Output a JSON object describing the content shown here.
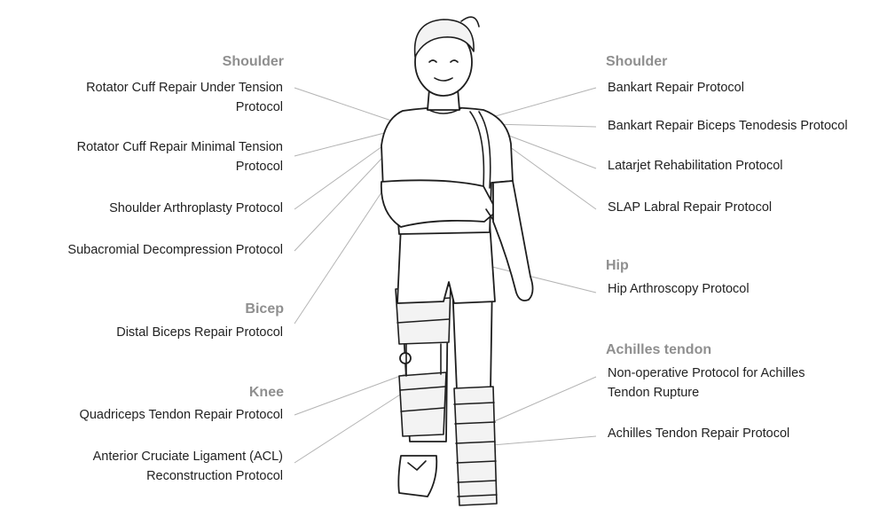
{
  "left_groups": [
    {
      "heading": "Shoulder",
      "items": [
        {
          "lines": [
            "Rotator Cuff Repair Under Tension",
            "Protocol"
          ]
        },
        {
          "lines": [
            "Rotator Cuff Repair Minimal Tension",
            "Protocol"
          ]
        },
        {
          "lines": [
            "Shoulder Arthroplasty Protocol"
          ]
        },
        {
          "lines": [
            "Subacromial Decompression Protocol"
          ]
        }
      ]
    },
    {
      "heading": "Bicep",
      "items": [
        {
          "lines": [
            "Distal Biceps Repair Protocol"
          ]
        }
      ]
    },
    {
      "heading": "Knee",
      "items": [
        {
          "lines": [
            "Quadriceps Tendon Repair Protocol"
          ]
        },
        {
          "lines": [
            "Anterior Cruciate Ligament (ACL)",
            "Reconstruction Protocol"
          ]
        }
      ]
    }
  ],
  "right_groups": [
    {
      "heading": "Shoulder",
      "items": [
        {
          "lines": [
            "Bankart Repair Protocol"
          ]
        },
        {
          "lines": [
            "Bankart Repair Biceps Tenodesis Protocol"
          ]
        },
        {
          "lines": [
            "Latarjet Rehabilitation Protocol"
          ]
        },
        {
          "lines": [
            "SLAP Labral Repair Protocol"
          ]
        }
      ]
    },
    {
      "heading": "Hip",
      "items": [
        {
          "lines": [
            "Hip Arthroscopy Protocol"
          ]
        }
      ]
    },
    {
      "heading": "Achilles tendon",
      "items": [
        {
          "lines": [
            "Non-operative Protocol for Achilles",
            "Tendon Rupture"
          ]
        },
        {
          "lines": [
            "Achilles Tendon Repair Protocol"
          ]
        }
      ]
    }
  ],
  "colors": {
    "heading": "#8f8f8f",
    "label": "#222222",
    "leader_line": "#b4b4b4",
    "figure_ink": "#1e1e1e"
  }
}
